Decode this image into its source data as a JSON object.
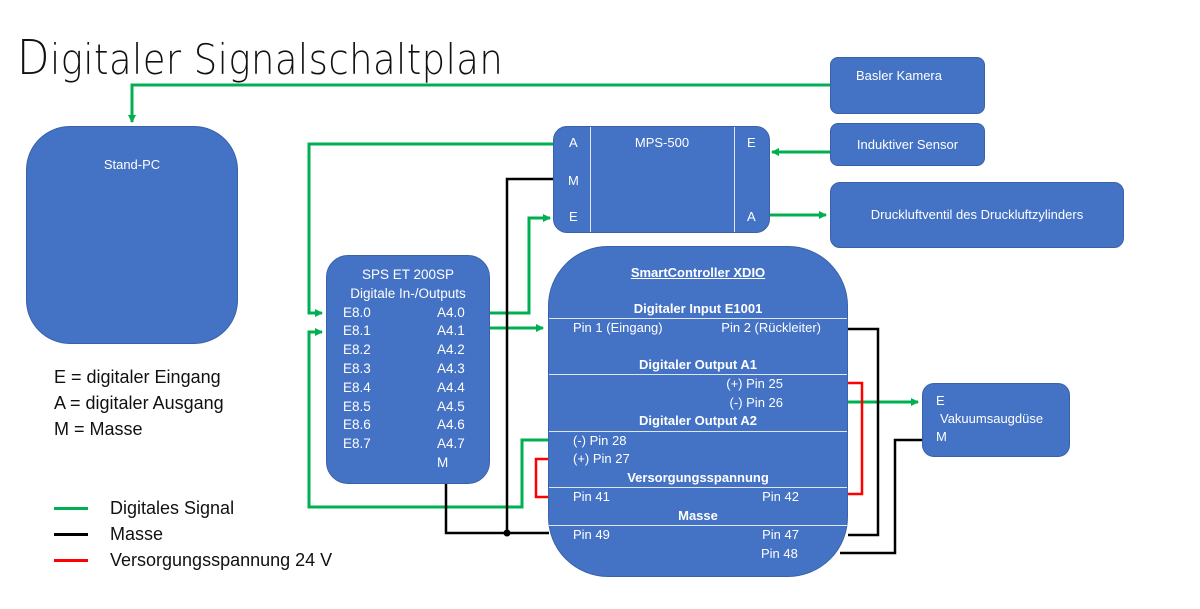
{
  "title": {
    "cap": "D",
    "rest": "igitaler Signalschaltplan"
  },
  "colors": {
    "box": "#4472c4",
    "signal": "#00b050",
    "ground": "#000000",
    "supply": "#ff0000"
  },
  "nodes": {
    "stand_pc": {
      "label": "Stand-PC"
    },
    "basler": {
      "label": "Basler Kamera"
    },
    "induktiv": {
      "label": "Induktiver Sensor"
    },
    "druckluft": {
      "label": "Druckluftventil des Druckluftzylinders"
    },
    "mps": {
      "label": "MPS-500",
      "left_ports": [
        "A",
        "M",
        "E"
      ],
      "right_ports": [
        "E",
        "A"
      ]
    },
    "sps": {
      "title": "SPS ET 200SP",
      "subtitle": "Digitale In-/Outputs",
      "inputs": [
        "E8.0",
        "E8.1",
        "E8.2",
        "E8.3",
        "E8.4",
        "E8.5",
        "E8.6",
        "E8.7"
      ],
      "outputs": [
        "A4.0",
        "A4.1",
        "A4.2",
        "A4.3",
        "A4.4",
        "A4.5",
        "A4.6",
        "A4.7",
        "M"
      ]
    },
    "smart": {
      "title": "SmartController XDIO",
      "input_head": "Digitaler Input E1001",
      "pin1": "Pin 1 (Eingang)",
      "pin2": "Pin 2 (Rückleiter)",
      "out_a1_head": "Digitaler Output A1",
      "pin25": "(+) Pin 25",
      "pin26": "(-) Pin 26",
      "out_a2_head": "Digitaler Output A2",
      "pin28": "(-) Pin 28",
      "pin27": "(+) Pin 27",
      "supply_head": "Versorgungsspannung",
      "pin41": "Pin 41",
      "pin42": "Pin 42",
      "ground_head": "Masse",
      "pin49": "Pin 49",
      "pin47": "Pin 47",
      "pin48": "Pin 48"
    },
    "vakuum": {
      "port_e": "E",
      "label": "Vakuumsaugdüse",
      "port_m": "M"
    }
  },
  "legend": {
    "definitions": [
      "E = digitaler Eingang",
      "A = digitaler Ausgang",
      "M = Masse"
    ],
    "lines": [
      {
        "label": "Digitales Signal",
        "color": "#00b050"
      },
      {
        "label": "Masse",
        "color": "#000000"
      },
      {
        "label": "Versorgungsspannung 24 V",
        "color": "#ff0000"
      }
    ]
  }
}
